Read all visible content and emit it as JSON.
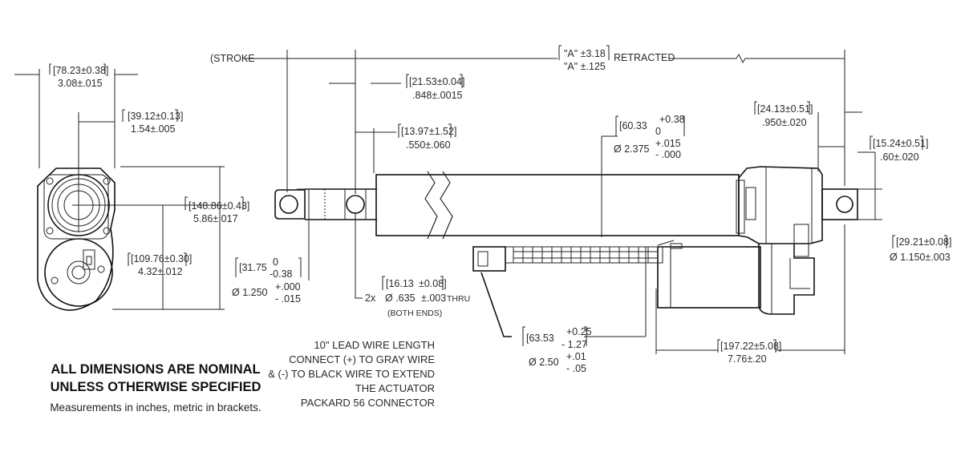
{
  "dims": {
    "end_width": [
      "[78.23±0.38]",
      "3.08±.015"
    ],
    "end_offset": [
      "[39.12±0.13]",
      "1.54±.005"
    ],
    "end_height": [
      "[148.86±0.43]",
      "5.86±.017"
    ],
    "end_center": [
      "[109.76±0.30]",
      "4.32±.012"
    ],
    "rod_dia": [
      "[31.75",
      "0",
      "-0.38",
      "Ø  1.250",
      "+.000",
      "- .015"
    ],
    "stroke": "(STROKE",
    "retracted_metric": "\"A\"  ±3.18",
    "retracted_inch": "\"A\"  ±.125",
    "retracted_label": "RETRACTED",
    "rod_end_21": [
      "[21.53±0.04]",
      ".848±.0015"
    ],
    "rod_end_13": [
      "[13.97±1.52]",
      ".550±.060"
    ],
    "tube_dia": [
      "[60.33",
      "+0.38",
      "0",
      "Ø  2.375",
      "+.015",
      "- .000"
    ],
    "rear_24": [
      "[24.13±0.51]",
      ".950±.020"
    ],
    "rear_15": [
      "[15.24±0.51]",
      ".60±.020"
    ],
    "rear_height": [
      "[29.21±0.08]",
      "Ø  1.150±.003"
    ],
    "holes": [
      "[16.13",
      "±0.08]",
      "2x",
      "Ø  .635",
      "±.003",
      "THRU",
      "(BOTH ENDS)"
    ],
    "motor_dia": [
      "[63.53",
      "+0.25",
      "- 1.27",
      "Ø  2.50",
      "+.01",
      "- .05"
    ],
    "motor_len": [
      "[197.22±5.08]",
      "7.76±.20"
    ]
  },
  "notes": {
    "wire": [
      "10\" LEAD WIRE LENGTH",
      "CONNECT (+) TO GRAY WIRE",
      "& (-) TO BLACK WIRE TO EXTEND",
      "THE ACTUATOR",
      "PACKARD 56 CONNECTOR"
    ],
    "heading_1": "ALL DIMENSIONS ARE NOMINAL",
    "heading_2": "UNLESS OTHERWISE SPECIFIED",
    "subheading": "Measurements in inches, metric in brackets."
  }
}
